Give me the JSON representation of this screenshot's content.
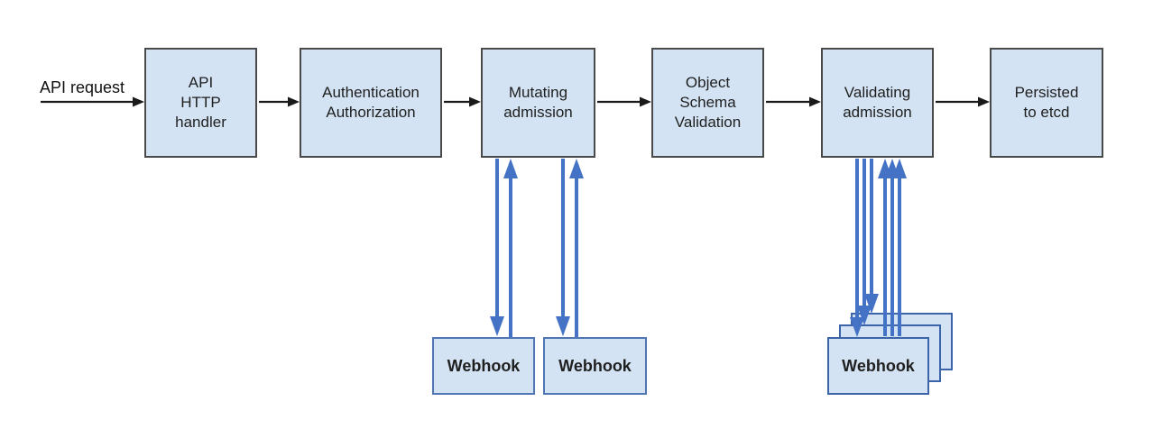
{
  "colors": {
    "box-fill": "#d3e3f3",
    "box-border": "#4a4a4a",
    "webhook-border": "#4f76b2",
    "stack-border": "#3c64a8",
    "arrow-black": "#1a1a1a",
    "arrow-blue": "#4472c4",
    "text": "#1f1f1f"
  },
  "diagram": {
    "input_label": "API request",
    "stages": [
      {
        "label": "API\nHTTP\nhandler"
      },
      {
        "label": "Authentication\nAuthorization"
      },
      {
        "label": "Mutating\nadmission"
      },
      {
        "label": "Object\nSchema\nValidation"
      },
      {
        "label": "Validating\nadmission"
      },
      {
        "label": "Persisted\nto etcd"
      }
    ],
    "mutating_webhooks": [
      {
        "label": "Webhook"
      },
      {
        "label": "Webhook"
      }
    ],
    "validating_webhook": {
      "label": "Webhook"
    }
  }
}
